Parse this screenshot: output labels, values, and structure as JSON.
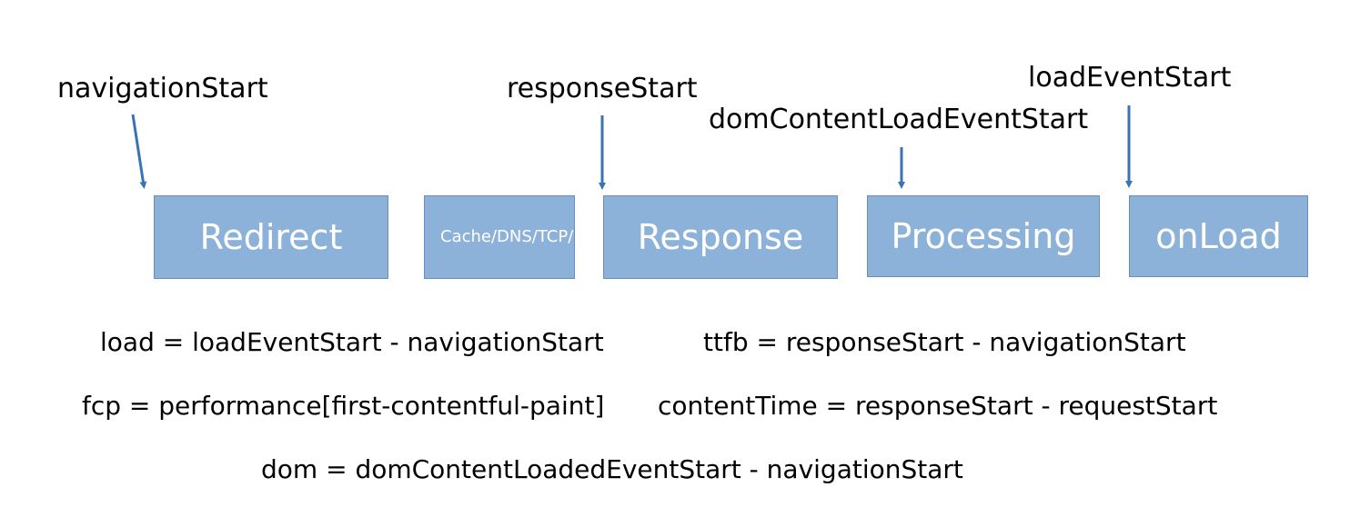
{
  "markers": {
    "navigation_start": "navigationStart",
    "response_start": "responseStart",
    "dom_content_load_event_start": "domContentLoadEventStart",
    "load_event_start": "loadEventStart"
  },
  "stages": {
    "redirect": "Redirect",
    "cache_dns_tcp_request": "Cache/DNS/TCP/Request",
    "response": "Response",
    "processing": "Processing",
    "onload": "onLoad"
  },
  "formulas": {
    "load": "load = loadEventStart -  navigationStart",
    "ttfb": "ttfb = responseStart -  navigationStart",
    "fcp": "fcp = performance[first-contentful-paint]",
    "content_time": "contentTime = responseStart -  requestStart",
    "dom": "dom = domContentLoadedEventStart - navigationStart"
  },
  "colors": {
    "stage_fill": "#8db2d9",
    "stage_border": "#6b8fbc",
    "arrow": "#3a73b5",
    "stage_text": "#ffffff"
  }
}
